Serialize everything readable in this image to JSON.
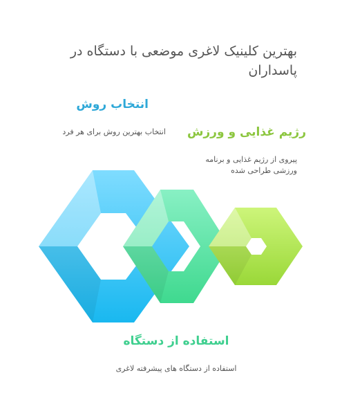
{
  "title": "بهترین کلینیک لاغری موضعی با دستگاه در پاسداران",
  "steps": [
    {
      "title": "انتخاب روش",
      "description": "انتخاب بهترین روش برای هر فرد"
    },
    {
      "title": "رژیم غذایی و ورزش",
      "description": "پیروی از رژیم غذایی و برنامه ورزشی طراحی شده"
    },
    {
      "title": "استفاده از دستگاه",
      "description": "استفاده از دستگاه های پیشرفته لاغری"
    }
  ],
  "colors": {
    "blue": "#5ccdf5",
    "green": "#5fe0a6",
    "lime": "#b5e861",
    "blue_title": "#2ea8d8",
    "lime_title": "#8cc63f",
    "green_title": "#3fcf8f"
  },
  "icons": [
    "blue-hexagon-ring-icon",
    "green-hexagon-ring-icon",
    "lime-hexagon-ring-icon"
  ]
}
